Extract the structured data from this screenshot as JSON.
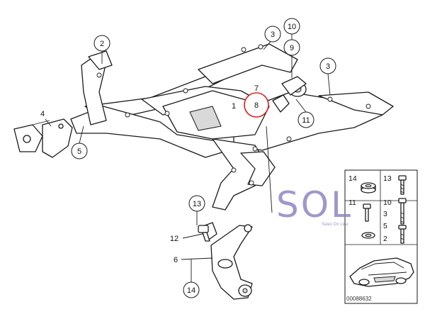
{
  "callouts": {
    "c2": "2",
    "c3a": "3",
    "c3b": "3",
    "c4": "4",
    "c5": "5",
    "c10": "10",
    "c9": "9",
    "c7": "7",
    "c1": "1",
    "c8": "8",
    "c11": "11",
    "c13": "13",
    "c12": "12",
    "c6": "6",
    "c14": "14"
  },
  "legend": {
    "r1a": "14",
    "r1b": "13",
    "r2a": "11",
    "r2b": "10",
    "r2c": "3",
    "r3a": "5",
    "r3b": "2"
  },
  "watermark": {
    "text": "SOL",
    "subtitle": "Sales On Line"
  },
  "diagram_number": "00088632",
  "highlight_color": "#d91e1e",
  "watermark_color": "#8f86c4"
}
